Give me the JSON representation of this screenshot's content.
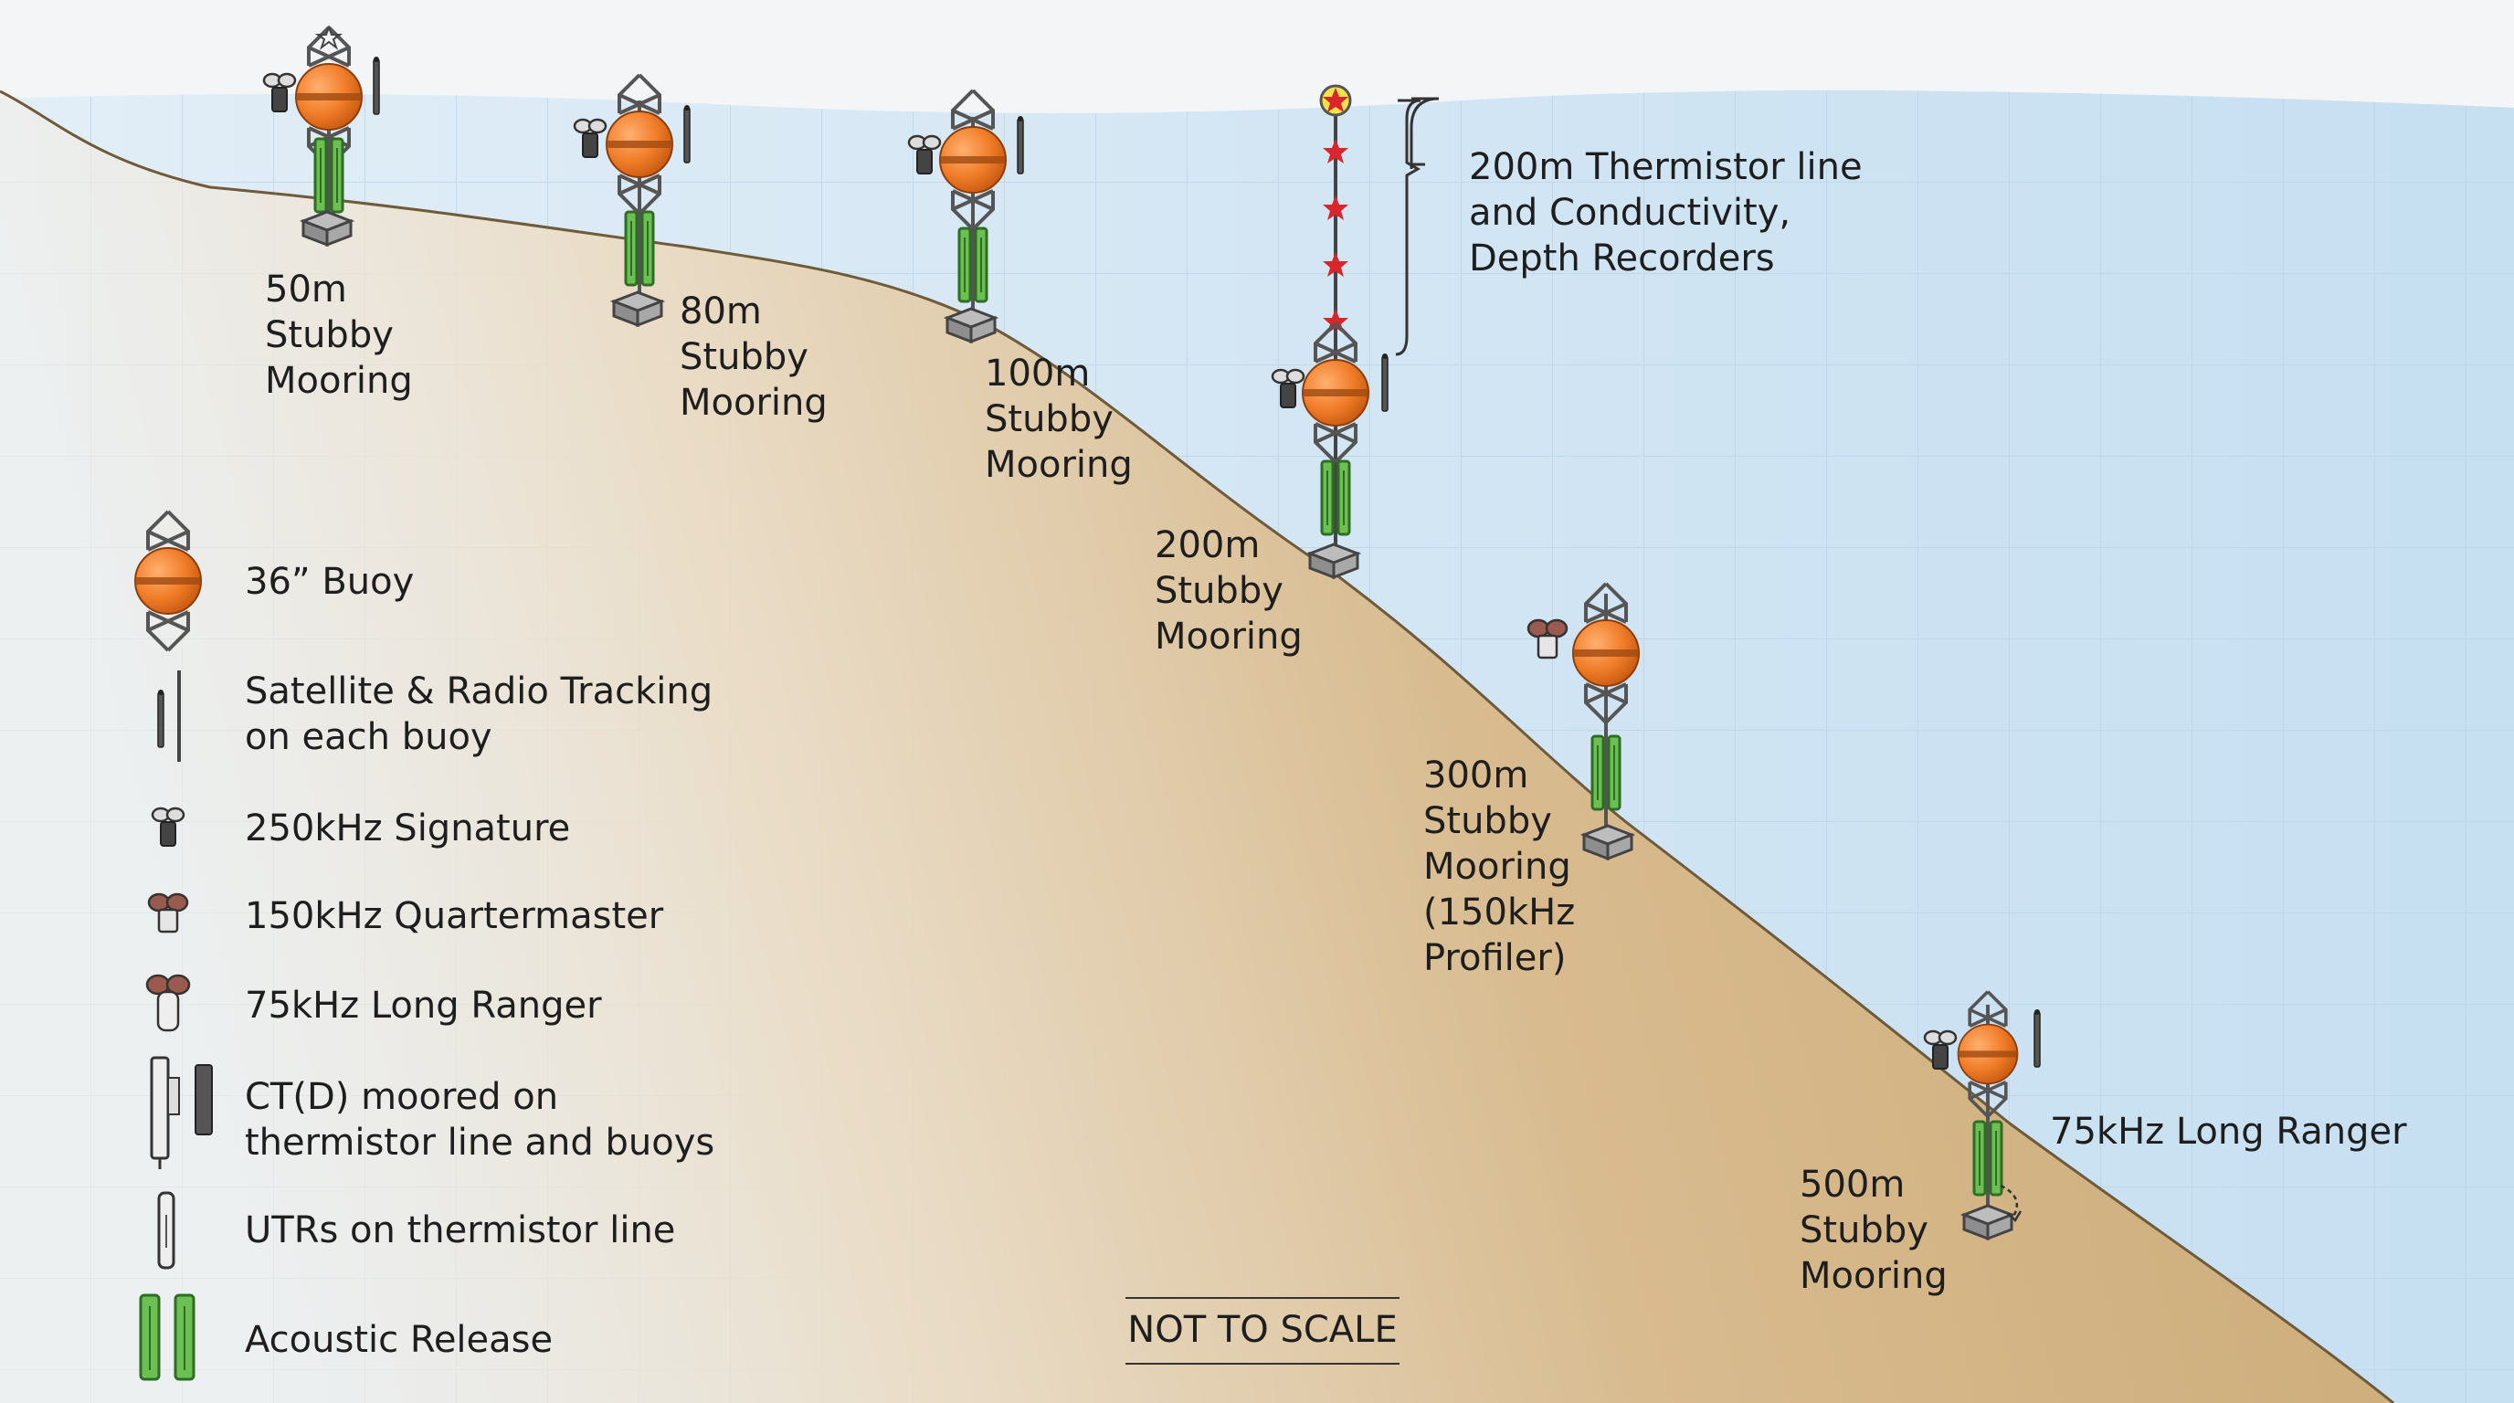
{
  "moorings": [
    {
      "id": "m50",
      "lines": [
        "50m",
        "Stubby",
        "Mooring"
      ]
    },
    {
      "id": "m80",
      "lines": [
        "80m",
        "Stubby",
        "Mooring"
      ]
    },
    {
      "id": "m100",
      "lines": [
        "100m",
        "Stubby",
        "Mooring"
      ]
    },
    {
      "id": "m200",
      "lines": [
        "200m",
        "Stubby",
        "Mooring"
      ]
    },
    {
      "id": "m300",
      "lines": [
        "300m",
        "Stubby",
        "Mooring",
        "(150kHz",
        "Profiler)"
      ]
    },
    {
      "id": "m500",
      "lines": [
        "500m",
        "Stubby",
        "Mooring"
      ]
    }
  ],
  "callouts": {
    "thermistor": [
      "200m Thermistor line",
      "and Conductivity,",
      "Depth Recorders"
    ],
    "long_ranger": "75kHz Long Ranger"
  },
  "legend": [
    {
      "icon": "buoy-icon",
      "lines": [
        "36” Buoy"
      ]
    },
    {
      "icon": "antenna-icon",
      "lines": [
        "Satellite & Radio Tracking",
        "on each buoy"
      ]
    },
    {
      "icon": "signature-adcp-icon",
      "lines": [
        "250kHz Signature"
      ]
    },
    {
      "icon": "quartermaster-adcp-icon",
      "lines": [
        "150kHz Quartermaster"
      ]
    },
    {
      "icon": "long-ranger-adcp-icon",
      "lines": [
        "75kHz Long Ranger"
      ]
    },
    {
      "icon": "ctd-icon",
      "lines": [
        "CT(D) moored on",
        "thermistor line and buoys"
      ]
    },
    {
      "icon": "utr-icon",
      "lines": [
        "UTRs on thermistor line"
      ]
    },
    {
      "icon": "acoustic-release-icon",
      "lines": [
        "Acoustic Release"
      ]
    }
  ],
  "not_to_scale": "NOT TO SCALE",
  "colors": {
    "water": "#cfe3f2",
    "sand": "#d2b386",
    "buoy": "#f07c28",
    "release": "#6cbf52",
    "sensor_star": "#d9262c"
  }
}
